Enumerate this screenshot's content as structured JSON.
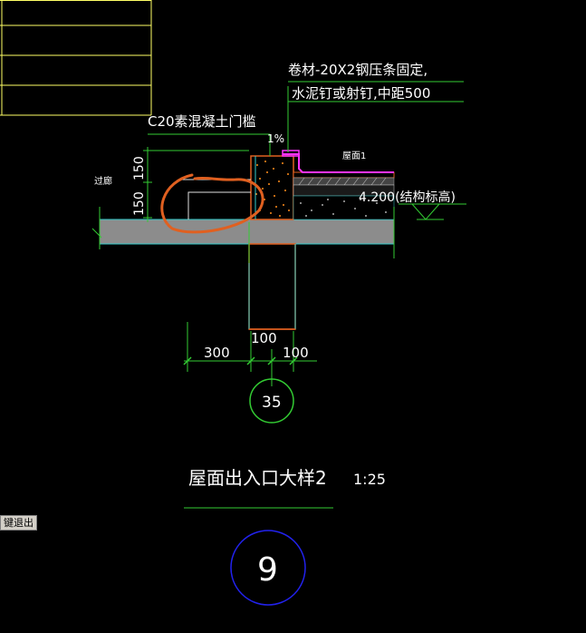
{
  "drawing": {
    "note_line1": "卷材-20X2钢压条固定,",
    "note_line2": "水泥钉或射钉,中距500",
    "threshold_label": "C20素混凝土门槛",
    "slope": "1%",
    "roof_label": "屋面1",
    "elevation": "4.200(结构标高)",
    "corridor": "过廊",
    "dim_150_top": "150",
    "dim_150_bottom": "150",
    "dim_300": "300",
    "dim_100_top": "100",
    "dim_100_right": "100",
    "axis_number": "35",
    "title": "屋面出入口大样2",
    "scale": "1:25",
    "index_number": "9"
  },
  "ui": {
    "exit_label": "键退出"
  },
  "colors": {
    "background": "#000000",
    "grid_yellow": "#ffff66",
    "dim_green": "#33cc33",
    "slab_gray": "#8c8c8c",
    "outline_orange": "#e06020",
    "cyan": "#33cccc",
    "magenta": "#ff33ff"
  }
}
